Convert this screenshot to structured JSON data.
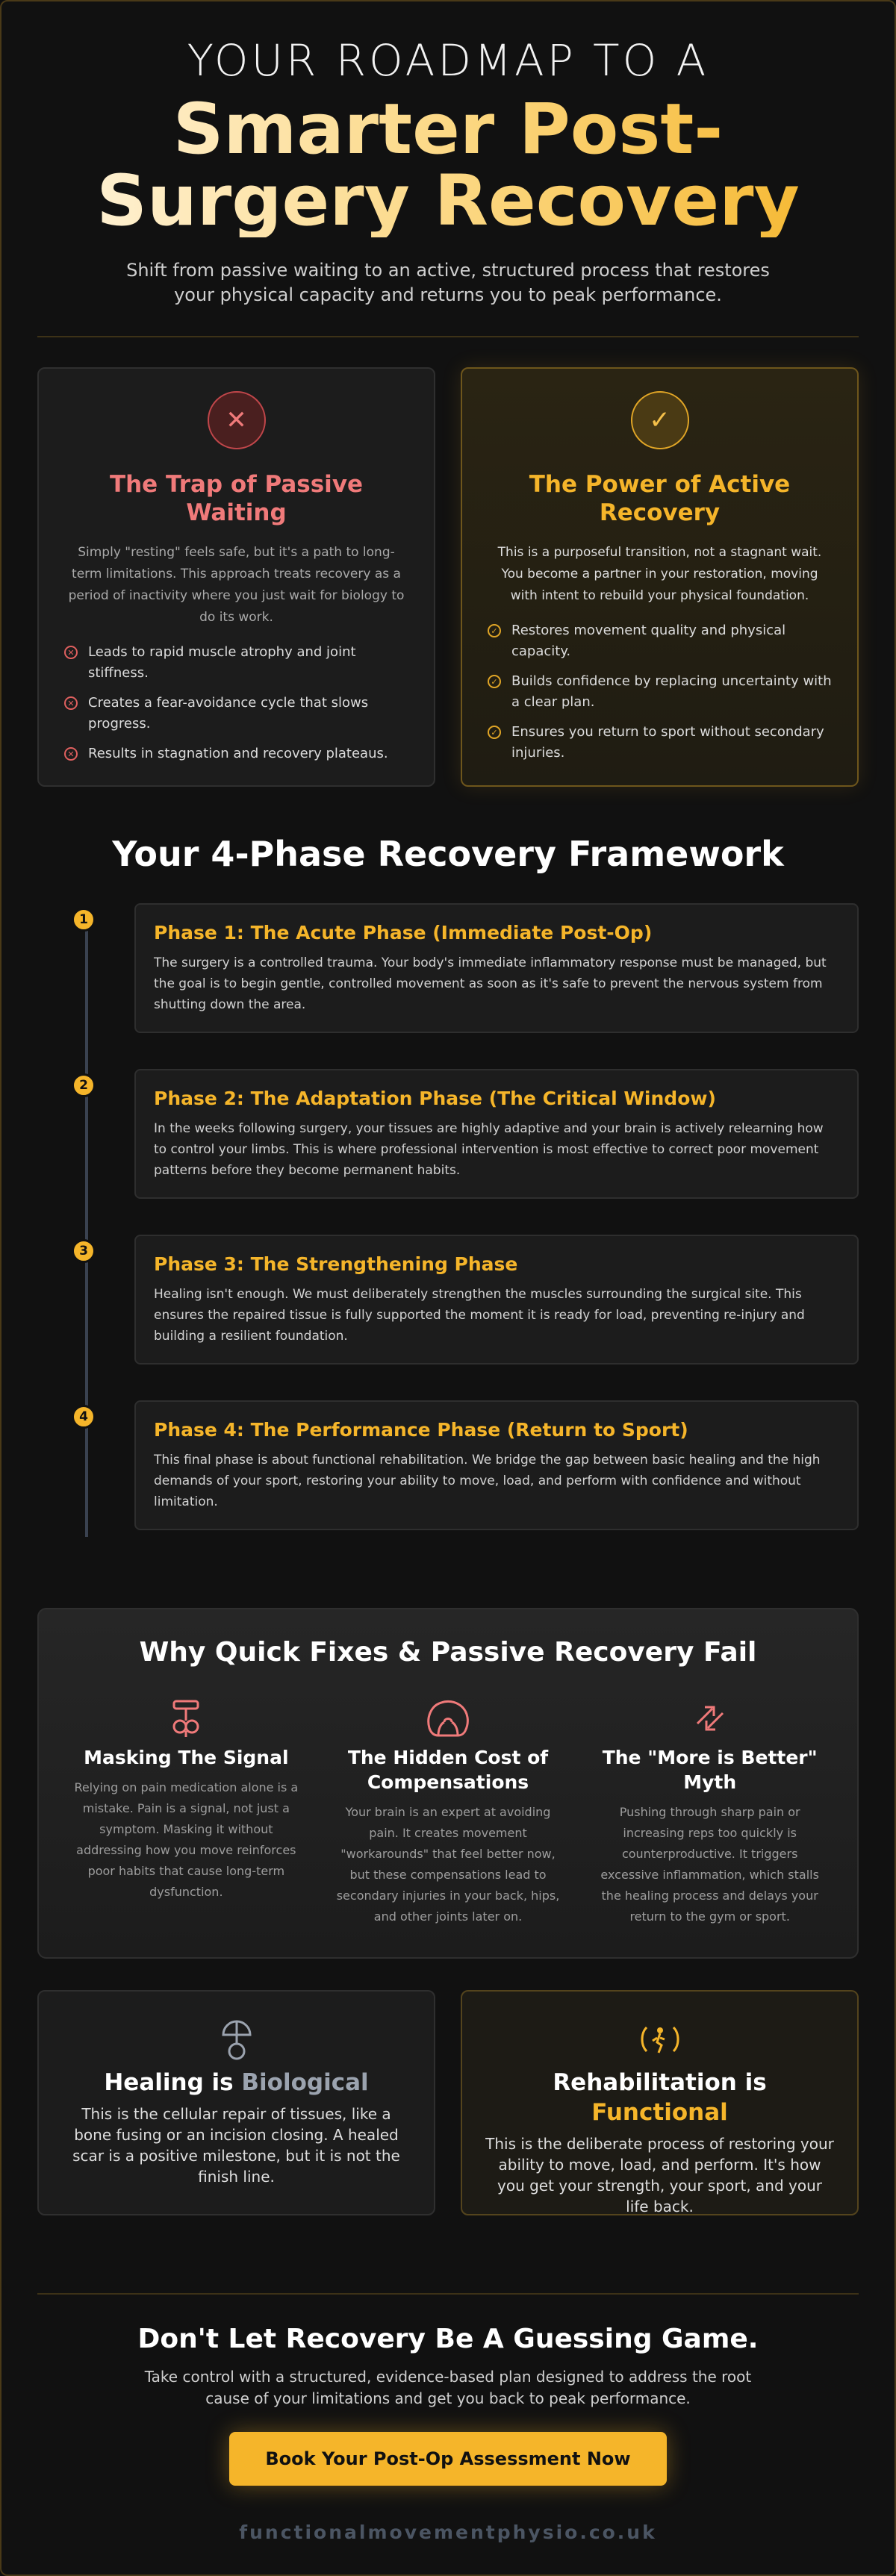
{
  "hero": {
    "kicker": "YOUR ROADMAP TO A",
    "title": "Smarter Post-Surgery Recovery",
    "subtitle": "Shift from passive waiting to an active, structured process that restores your physical capacity and returns you to peak performance."
  },
  "comparison": {
    "passive": {
      "icon": "close-icon",
      "title": "The Trap of Passive Waiting",
      "description": "Simply \"resting\" feels safe, but it's a path to long-term limitations. This approach treats recovery as a period of inactivity where you just wait for biology to do its work.",
      "points": [
        "Leads to rapid muscle atrophy and joint stiffness.",
        "Creates a fear-avoidance cycle that slows progress.",
        "Results in stagnation and recovery plateaus."
      ]
    },
    "active": {
      "icon": "check-icon",
      "title": "The Power of Active Recovery",
      "description": "This is a purposeful transition, not a stagnant wait. You become a partner in your restoration, moving with intent to rebuild your physical foundation.",
      "points": [
        "Restores movement quality and physical capacity.",
        "Builds confidence by replacing uncertainty with a clear plan.",
        "Ensures you return to sport without secondary injuries."
      ]
    }
  },
  "framework": {
    "title": "Your 4-Phase Recovery Framework",
    "phases": [
      {
        "num": "1",
        "title": "Phase 1: The Acute Phase (Immediate Post-Op)",
        "text": "The surgery is a controlled trauma. Your body's immediate inflammatory response must be managed, but the goal is to begin gentle, controlled movement as soon as it's safe to prevent the nervous system from shutting down the area."
      },
      {
        "num": "2",
        "title": "Phase 2: The Adaptation Phase (The Critical Window)",
        "text": "In the weeks following surgery, your tissues are highly adaptive and your brain is actively relearning how to control your limbs. This is where professional intervention is most effective to correct poor movement patterns before they become permanent habits."
      },
      {
        "num": "3",
        "title": "Phase 3: The Strengthening Phase",
        "text": "Healing isn't enough. We must deliberately strengthen the muscles surrounding the surgical site. This ensures the repaired tissue is fully supported the moment it is ready for load, preventing re-injury and building a resilient foundation."
      },
      {
        "num": "4",
        "title": "Phase 4: The Performance Phase (Return to Sport)",
        "text": "This final phase is about functional rehabilitation. We bridge the gap between basic healing and the high demands of your sport, restoring your ability to move, load, and perform with confidence and without limitation."
      }
    ]
  },
  "fail": {
    "title": "Why Quick Fixes & Passive Recovery Fail",
    "items": [
      {
        "icon": "pill-icon",
        "title": "Masking The Signal",
        "text": "Relying on pain medication alone is a mistake. Pain is a signal, not just a symptom. Masking it without addressing how you move reinforces poor habits that cause long-term dysfunction."
      },
      {
        "icon": "brain-icon",
        "title": "The Hidden Cost of Compensations",
        "text": "Your brain is an expert at avoiding pain. It creates movement \"workarounds\" that feel better now, but these compensations lead to secondary injuries in your back, hips, and other joints later on."
      },
      {
        "icon": "trend-arrows-icon",
        "title": "The \"More is Better\" Myth",
        "text": "Pushing through sharp pain or increasing reps too quickly is counterproductive. It triggers excessive inflammation, which stalls the healing process and delays your return to the gym or sport."
      }
    ]
  },
  "dual": {
    "healing": {
      "icon": "biology-icon",
      "title_prefix": "Healing is ",
      "title_highlight": "Biological",
      "text": "This is the cellular repair of tissues, like a bone fusing or an incision closing. A healed scar is a positive milestone, but it is not the finish line."
    },
    "rehab": {
      "icon": "movement-icon",
      "title_prefix": "Rehabilitation is ",
      "title_highlight": "Functional",
      "text": "This is the deliberate process of restoring your ability to move, load, and perform. It's how you get your strength, your sport, and your life back."
    }
  },
  "cta": {
    "title": "Don't Let Recovery Be A Guessing Game.",
    "text": "Take control with a structured, evidence-based plan designed to address the root cause of your limitations and get you back to peak performance.",
    "button": "Book Your Post-Op Assessment Now"
  },
  "footer": {
    "url": "functionalmovementphysio.co.uk"
  },
  "colors": {
    "accent": "#f5b52a",
    "danger": "#f07a7a",
    "background": "#111111"
  }
}
